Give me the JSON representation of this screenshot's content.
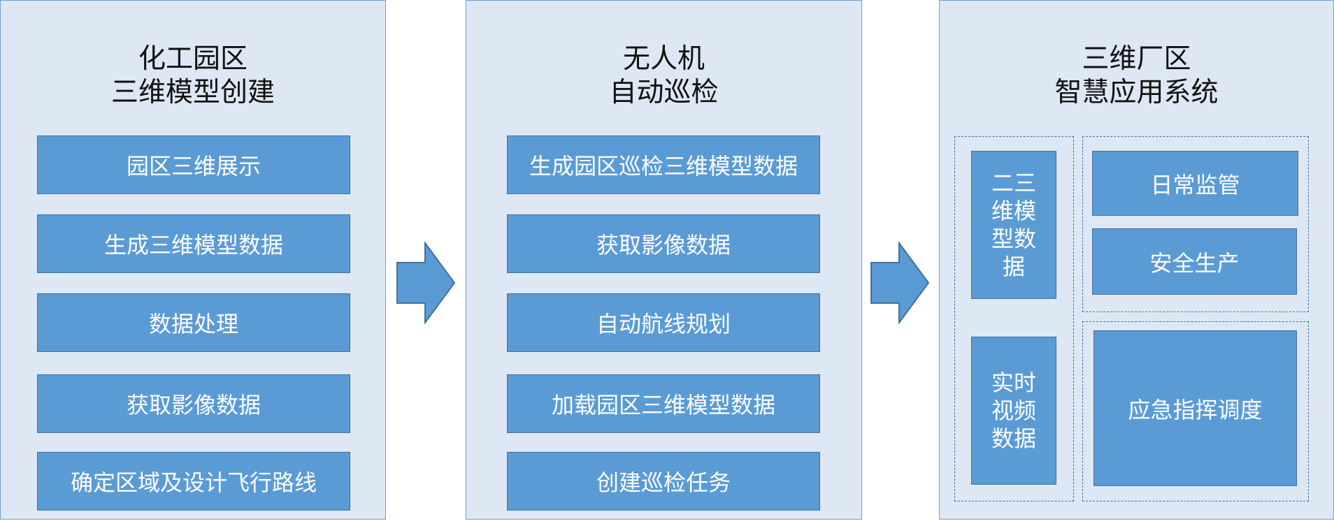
{
  "panels": [
    {
      "title_line1": "化工园区",
      "title_line2": "三维模型创建",
      "items": [
        "园区三维展示",
        "生成三维模型数据",
        "数据处理",
        "获取影像数据",
        "确定区域及设计飞行路线"
      ]
    },
    {
      "title_line1": "无人机",
      "title_line2": "自动巡检",
      "items": [
        "生成园区巡检三维模型数据",
        "获取影像数据",
        "自动航线规划",
        "加载园区三维模型数据",
        "创建巡检任务"
      ]
    },
    {
      "title_line1": "三维厂区",
      "title_line2": "智慧应用系统",
      "data_items": [
        [
          "二三",
          "维模",
          "型数",
          "据"
        ],
        [
          "实时",
          "视频",
          "数据"
        ]
      ],
      "apps": [
        "日常监管",
        "安全生产",
        "应急指挥调度"
      ]
    }
  ],
  "colors": {
    "panel_bg": "#dde8f4",
    "panel_border": "#6f9fd0",
    "box_fill": "#5b9bd5",
    "box_border": "#41719c"
  }
}
